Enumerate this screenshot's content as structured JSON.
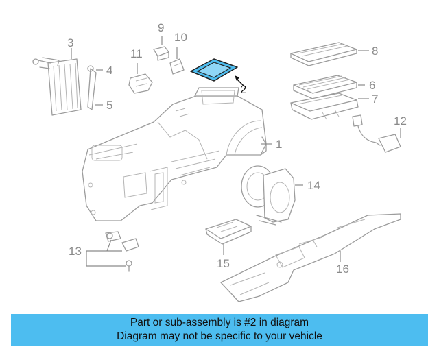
{
  "diagram": {
    "highlight_color": "#4dbdf0",
    "highlighted_part": "2",
    "callouts": [
      "1",
      "2",
      "3",
      "4",
      "5",
      "6",
      "7",
      "8",
      "9",
      "10",
      "11",
      "12",
      "13",
      "14",
      "15",
      "16"
    ]
  },
  "banner": {
    "line1": "Part or sub-assembly is #2 in diagram",
    "line2": "Diagram may not be specific to your vehicle",
    "background": "#4dbdf0"
  }
}
